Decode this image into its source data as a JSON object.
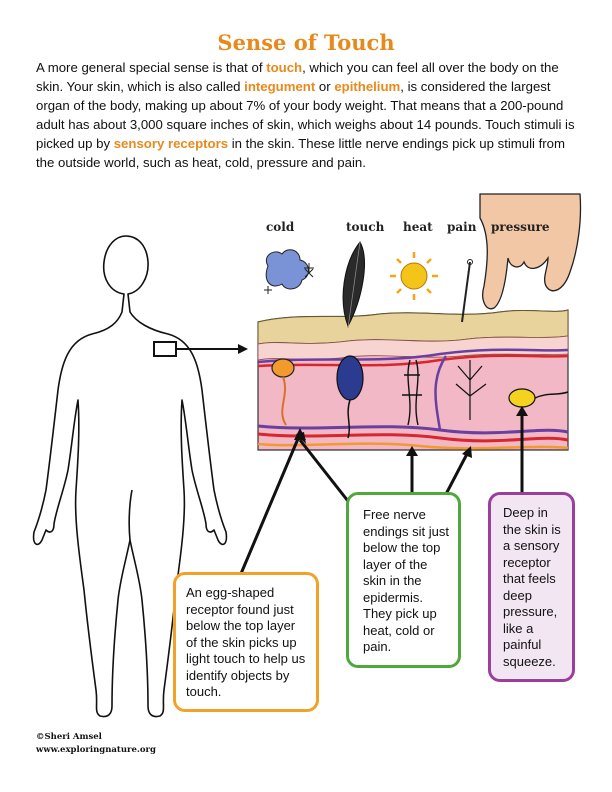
{
  "title": "Sense of Touch",
  "intro": {
    "p1": "A more general special sense is that of ",
    "touch": "touch",
    "p2": ", which you can feel all over the body on the skin. Your skin, which is also called ",
    "integument": "integument",
    "p3": " or ",
    "epithelium": "epithelium",
    "p4": ", is considered the largest organ of the body, making up about 7% of your body weight. That means that a 200-pound adult has about 3,000 square inches of skin, which weighs about 14 pounds. Touch stimuli is picked up by ",
    "sensory_receptors": "sensory receptors",
    "p5": " in the skin. These little nerve endings pick up stimuli from the outside world, such as heat, cold, pressure and pain."
  },
  "diagram_labels": {
    "cold": "cold",
    "touch": "touch",
    "heat": "heat",
    "pain": "pain",
    "pressure": "pressure"
  },
  "callouts": {
    "egg_receptor": "An egg-shaped receptor found just below the top layer of the skin picks up light touch to help us identify objects by touch.",
    "free_nerve": "Free nerve endings sit just below the top layer of the skin in the epidermis. They pick up heat, cold or pain.",
    "deep_pressure": "Deep in the skin is a sensory receptor that feels deep pressure, like a painful squeeze."
  },
  "credit": {
    "author": "©Sheri Amsel",
    "website": "www.exploringnature.org"
  },
  "colors": {
    "accent_orange": "#e8891c",
    "box_orange": "#f3a128",
    "box_green": "#4fa83c",
    "box_purple": "#9c3f9c",
    "purple_fill": "#f3e6f3",
    "dermis_pink": "#f2b8c6"
  }
}
